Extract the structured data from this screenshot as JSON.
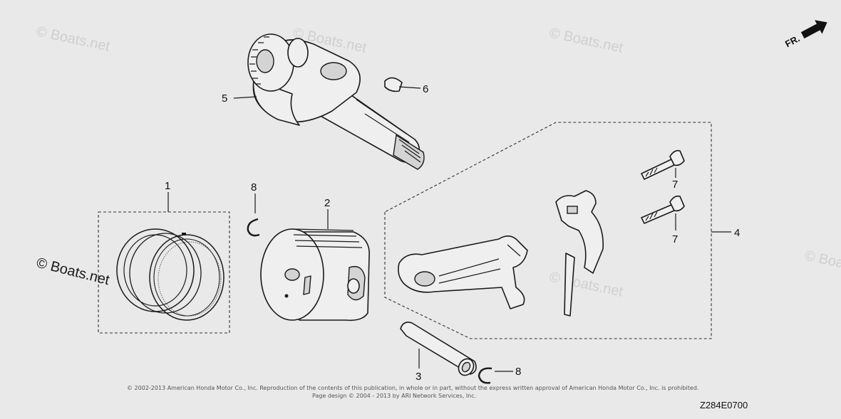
{
  "diagram": {
    "watermarks": [
      "© Boats.net",
      "© Boats.net",
      "© Boats.net",
      "© Boats.net",
      "© Boats.net"
    ],
    "watermark_main": "© Boats.net",
    "direction_label": "FR.",
    "callouts": {
      "ring_set": "1",
      "piston": "2",
      "piston_pin": "3",
      "connecting_rod": "4",
      "crankshaft": "5",
      "key": "6",
      "bolt_upper": "7",
      "bolt_lower": "7",
      "clip_upper": "8",
      "clip_lower": "8"
    },
    "copyright_line1": "© 2002-2013 American Honda Motor Co., Inc. Reproduction of the contents of this publication, in whole or in part, without the express written approval of American Honda Motor Co., Inc. is prohibited.",
    "copyright_line2": "Page design © 2004 - 2013 by ARI Network Services, Inc.",
    "diagram_code": "Z284E0700"
  }
}
